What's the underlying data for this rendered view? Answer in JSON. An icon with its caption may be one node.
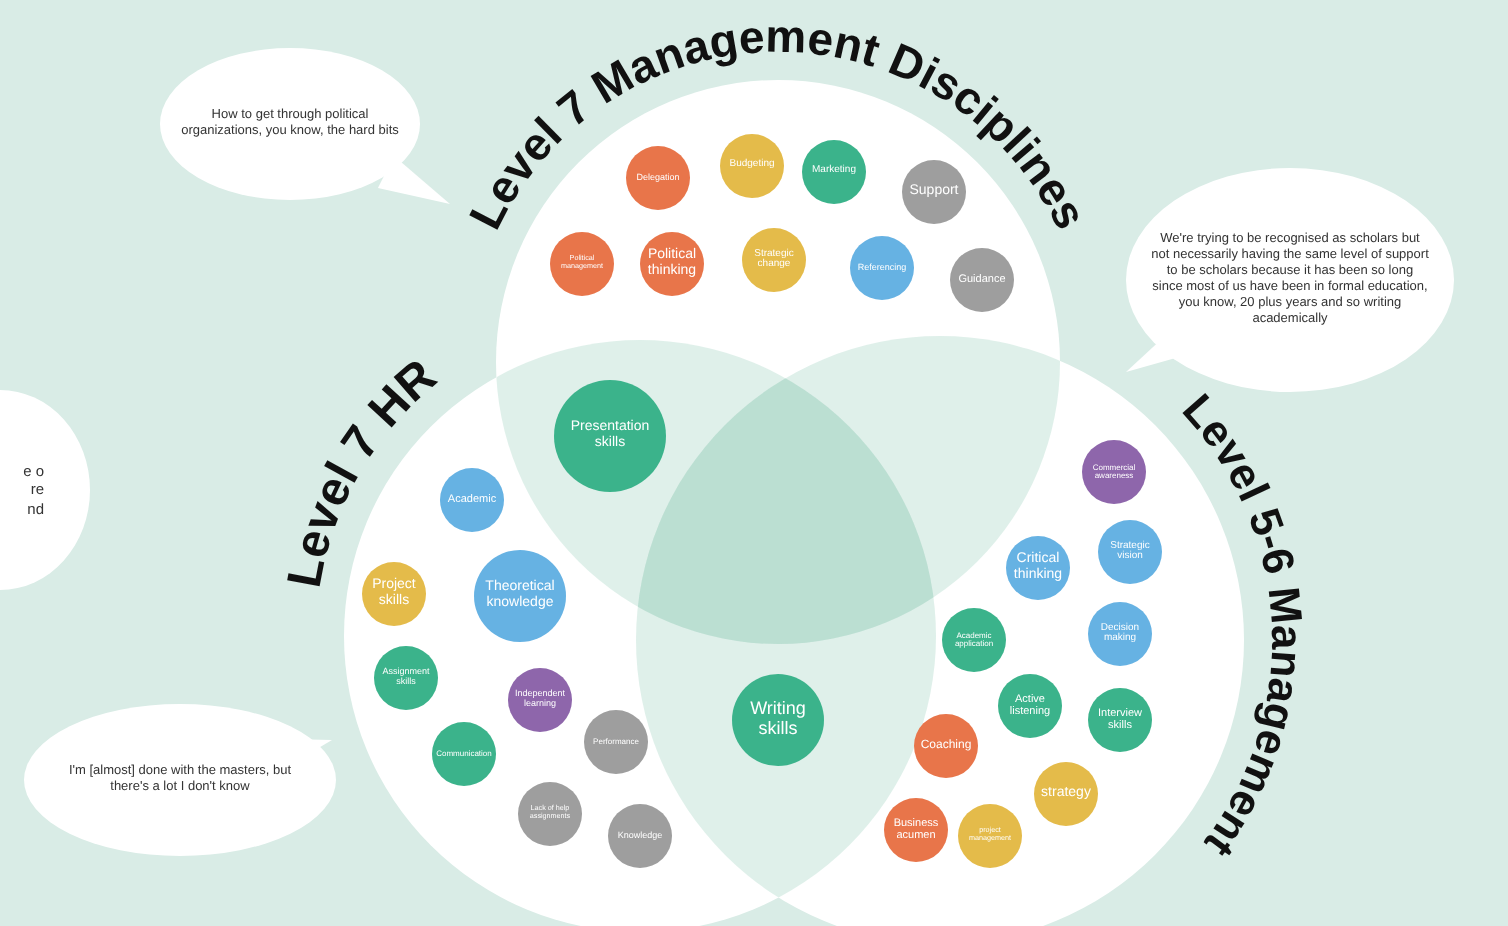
{
  "diagram": {
    "nodes": [
      {
        "text": [
          "How to get through political organizations, you know, the hard bits"
        ]
      },
      {
        "text": [
          "Level 7 Management Disciplines"
        ]
      },
      {
        "text": [
          "Delegation"
        ],
        "in": 1
      },
      {
        "text": [
          "Budgeting"
        ],
        "in": 1
      },
      {
        "text": [
          "Marketing"
        ],
        "in": 1
      },
      {
        "text": [
          "Support"
        ],
        "in": 1
      },
      {
        "text": [
          "Political management"
        ],
        "in": 1
      },
      {
        "text": [
          "Political thinking"
        ],
        "in": 1
      },
      {
        "text": [
          "Strategic change"
        ],
        "in": 1
      },
      {
        "text": [
          "Referencing"
        ],
        "in": 1
      },
      {
        "text": [
          "Guidance"
        ],
        "in": 1
      },
      {
        "text": [
          "We're trying to be recognised as scholars but not necessarily having the same level of support to be scholars because it has been so long since most of us have been in formal education, you know, 20 plus years and so writing academically"
        ]
      },
      {
        "text": [
          "e o re nd"
        ]
      },
      {
        "text": [
          "Level 7 HR"
        ]
      },
      {
        "text": [
          "Presentation skills"
        ]
      },
      {
        "text": [
          "Academic"
        ],
        "in": 13
      },
      {
        "text": [
          "Project skills"
        ],
        "in": 13
      },
      {
        "text": [
          "Theoretical knowledge"
        ],
        "in": 13
      },
      {
        "text": [
          "Assignment skills"
        ],
        "in": 13
      },
      {
        "text": [
          "Independent learning"
        ],
        "in": 13
      },
      {
        "text": [
          "Communication"
        ],
        "in": 13
      },
      {
        "text": [
          "Performance"
        ],
        "in": 13
      },
      {
        "text": [
          "Lack of help assignments"
        ],
        "in": 13
      },
      {
        "text": [
          "Knowledge"
        ],
        "in": 13
      },
      {
        "text": [
          "Level 5-6 Management"
        ]
      },
      {
        "text": [
          "Commercial awareness"
        ],
        "in": 24
      },
      {
        "text": [
          "Strategic vision"
        ],
        "in": 24
      },
      {
        "text": [
          "Critical thinking"
        ],
        "in": 24
      },
      {
        "text": [
          "Decision making"
        ],
        "in": 24
      },
      {
        "text": [
          "Academic application"
        ],
        "in": 24
      },
      {
        "text": [
          "Active listening"
        ],
        "in": 24
      },
      {
        "text": [
          "Interview skills"
        ],
        "in": 24
      },
      {
        "text": [
          "Coaching"
        ],
        "in": 24
      },
      {
        "text": [
          "strategy"
        ],
        "in": 24
      },
      {
        "text": [
          "Business acumen"
        ],
        "in": 24
      },
      {
        "text": [
          "project management"
        ],
        "in": 24
      },
      {
        "text": [
          "Writing skills"
        ]
      },
      {
        "text": [
          "I'm [almost] done with the masters, but there's a lot I don't know"
        ]
      }
    ]
  }
}
